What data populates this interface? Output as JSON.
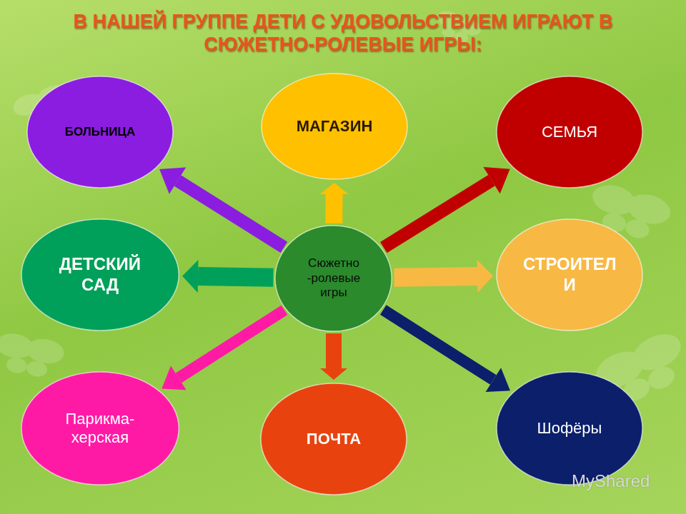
{
  "diagram": {
    "title": "В НАШЕЙ ГРУППЕ ДЕТИ С УДОВОЛЬСТВИЕМ ИГРАЮТ В СЮЖЕТНО-РОЛЕВЫЕ ИГРЫ:",
    "nodes": [
      {
        "text": [
          "БОЛЬНИЦА"
        ]
      },
      {
        "text": [
          "МАГАЗИН"
        ]
      },
      {
        "text": [
          "СЕМЬЯ"
        ]
      },
      {
        "text": [
          "ДЕТСКИЙ САД"
        ]
      },
      {
        "text": [
          "Сюжетно -ролевые игры"
        ]
      },
      {
        "text": [
          "СТРОИТЕЛ И"
        ]
      },
      {
        "text": [
          "Парикма- херская"
        ]
      },
      {
        "text": [
          "ПОЧТА"
        ]
      },
      {
        "text": [
          "Шофёры"
        ]
      }
    ],
    "edges": [
      {
        "from": 4,
        "to": 0,
        "arrow": "to"
      },
      {
        "from": 4,
        "to": 1,
        "arrow": "to"
      },
      {
        "from": 4,
        "to": 2,
        "arrow": "to"
      },
      {
        "from": 4,
        "to": 3,
        "arrow": "to"
      },
      {
        "from": 4,
        "to": 5,
        "arrow": "to"
      },
      {
        "from": 4,
        "to": 6,
        "arrow": "to"
      },
      {
        "from": 4,
        "to": 7,
        "arrow": "to"
      },
      {
        "from": 4,
        "to": 8,
        "arrow": "to"
      }
    ],
    "labels": [
      "MyShared"
    ]
  }
}
